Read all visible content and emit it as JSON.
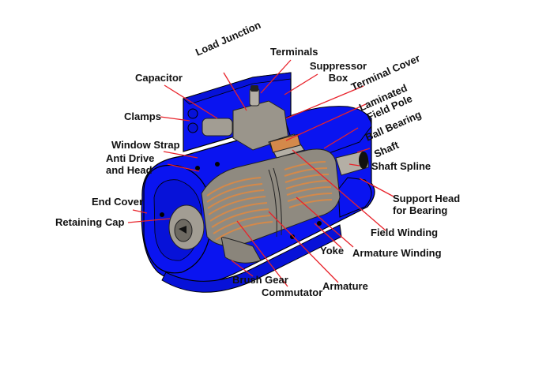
{
  "diagram": {
    "title": "Electric Motor Cutaway",
    "colors": {
      "housing": "#0a14f0",
      "housing_dark": "#0008b8",
      "internals": "#8f8a80",
      "internals_light": "#b4afa5",
      "copper": "#d4894a",
      "leader_line": "#e8222a",
      "label_text": "#111111",
      "background": "#ffffff"
    },
    "labels": {
      "terminals": "Terminals",
      "load_junction": "Load Junction",
      "capacitor": "Capacitor",
      "suppressor_box_1": "Suppressor",
      "suppressor_box_2": "Box",
      "terminal_cover": "Terminal Cover",
      "laminated_field_pole_1": "Laminated",
      "laminated_field_pole_2": "Field Pole",
      "ball_bearing": "Ball Bearing",
      "clamps": "Clamps",
      "shaft": "Shaft",
      "window_strap": "Window Strap",
      "anti_drive_1": "Anti Drive",
      "anti_drive_2": "and Head",
      "shaft_spline": "Shaft Spline",
      "support_head_1": "Support Head",
      "support_head_2": "for Bearing",
      "end_cover": "End Cover",
      "retaining_cap": "Retaining Cap",
      "field_winding": "Field Winding",
      "yoke": "Yoke",
      "armature_winding": "Armature Winding",
      "brush_gear": "Brush Gear",
      "commutator": "Commutator",
      "armature": "Armature"
    }
  }
}
